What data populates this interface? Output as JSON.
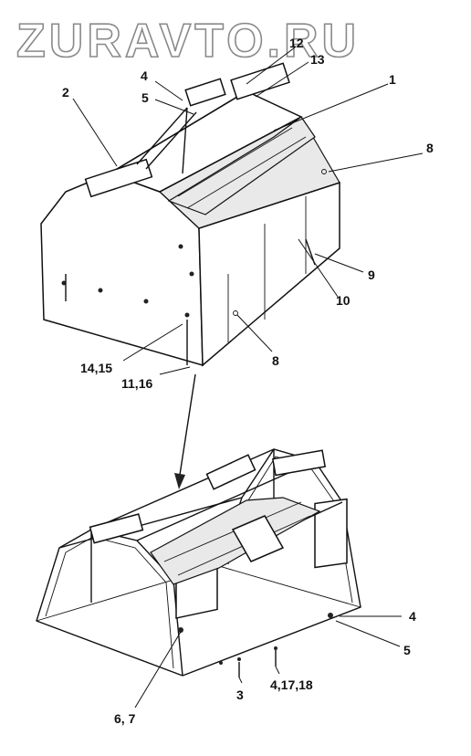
{
  "watermark": "ZURAVTO.RU",
  "callouts": {
    "top_1": "1",
    "top_2": "2",
    "top_4": "4",
    "top_5": "5",
    "top_8a": "8",
    "top_8b": "8",
    "top_9": "9",
    "top_10": "10",
    "top_12": "12",
    "top_13": "13",
    "top_14_15": "14,15",
    "top_11_16": "11,16",
    "bot_3": "3",
    "bot_4": "4",
    "bot_5": "5",
    "bot_4_17_18": "4,17,18",
    "bot_6_7": "6, 7"
  }
}
